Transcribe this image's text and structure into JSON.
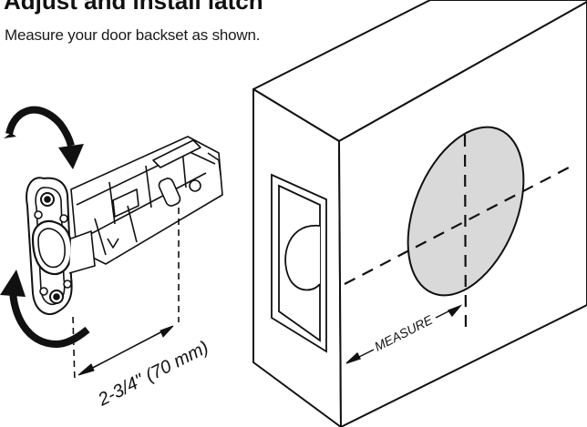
{
  "header": {
    "title": "Adjust and install latch",
    "instruction": "Measure your door backset as shown."
  },
  "illustration": {
    "backset_label": "2-3/4\" (70 mm)",
    "measure_label": "MEASURE"
  },
  "colors": {
    "ink": "#111111",
    "hole_fill": "#d9d9d9",
    "background": "#ffffff"
  }
}
